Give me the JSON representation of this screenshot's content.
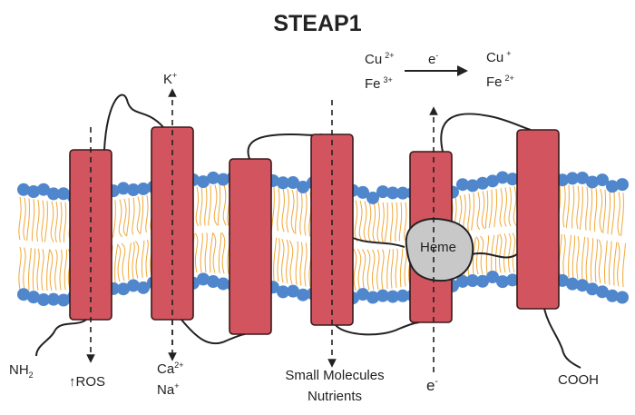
{
  "title": "STEAP1",
  "colors": {
    "helix": "#d2545e",
    "head": "#4f86cc",
    "tail": "#f0a83a",
    "heme": "#c8c8c8"
  },
  "labels": {
    "k": "K",
    "k_sup": "+",
    "cu_left": "Cu",
    "cu_left_sup": "2+",
    "fe_left": "Fe",
    "fe_left_sup": "3+",
    "e_top": "e",
    "e_top_sup": "-",
    "cu_right": "Cu",
    "cu_right_sup": "+",
    "fe_right": "Fe",
    "fe_right_sup": "2+",
    "heme": "Heme",
    "nh2": "NH",
    "nh2_sub": "2",
    "ros": "↑ROS",
    "ca": "Ca",
    "ca_sup": "2+",
    "na": "Na",
    "na_sup": "+",
    "small_molecules": "Small Molecules",
    "nutrients": "Nutrients",
    "e_bottom": "e",
    "e_bottom_sup": "-",
    "cooh": "COOH"
  }
}
